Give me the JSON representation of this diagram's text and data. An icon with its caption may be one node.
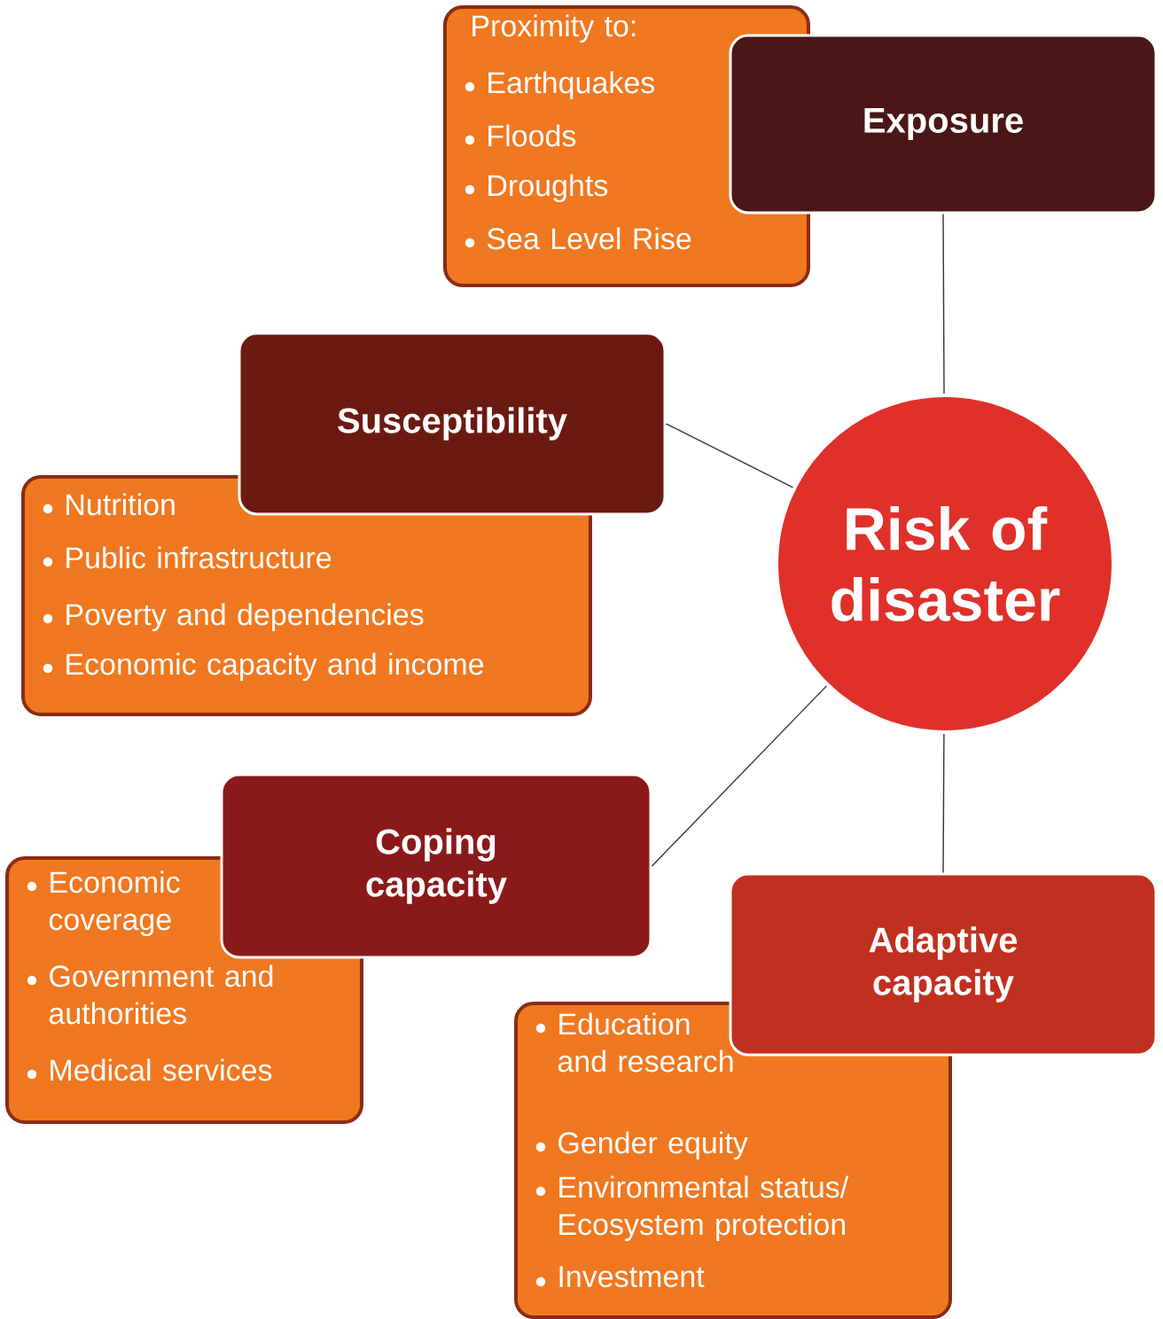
{
  "diagram": {
    "nodes": [
      {
        "text": [
          "Proximity to:",
          "Earthquakes",
          "Floods",
          "Droughts",
          "Sea Level Rise"
        ]
      },
      {
        "text": [
          "Exposure"
        ]
      },
      {
        "text": [
          "Susceptibility"
        ]
      },
      {
        "text": [
          "Nutrition",
          "Public infrastructure",
          "Poverty and dependencies",
          "Economic capacity and income"
        ]
      },
      {
        "text": [
          "Risk of disaster"
        ]
      },
      {
        "text": [
          "Coping capacity"
        ]
      },
      {
        "text": [
          "Economic coverage",
          "Government and authorities",
          "Medical services"
        ]
      },
      {
        "text": [
          "Adaptive capacity"
        ]
      },
      {
        "text": [
          "Education and research",
          "Gender equity",
          "Environmental status/ Ecosystem protection",
          "Investment"
        ]
      }
    ],
    "edges": [
      {
        "from": 4,
        "to": 1,
        "arrow": "none"
      },
      {
        "from": 4,
        "to": 2,
        "arrow": "none"
      },
      {
        "from": 4,
        "to": 5,
        "arrow": "none"
      },
      {
        "from": 4,
        "to": 7,
        "arrow": "none"
      }
    ]
  }
}
